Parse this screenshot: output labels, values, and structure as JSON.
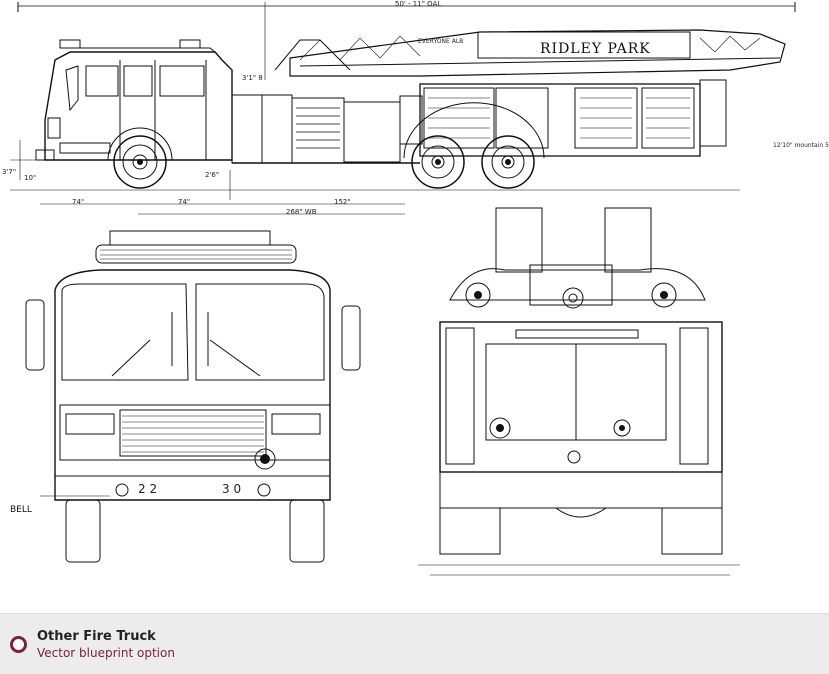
{
  "drawing": {
    "overall_length": "50' - 11\" OAL",
    "ladder_name": "RIDLEY PARK",
    "ladder_small_label": "EVERYONE ALB",
    "dim_height_cab": "3'1\" 8",
    "dim_front": "3'7\"",
    "dim_front_low": "10\"",
    "dim_mid": "2'6\"",
    "dim_side_right": "12'10\" mountain 5",
    "dim_bottom_1": "74\"",
    "dim_bottom_2": "74\"",
    "dim_bottom_3": "152\"",
    "dim_bottom_4": "268\" WB",
    "bell_label": "BELL",
    "front_numbers_left": "2 2",
    "front_numbers_right": "3 0"
  },
  "option": {
    "title": "Other Fire Truck",
    "subtitle": "Vector blueprint option"
  },
  "colors": {
    "accent": "#7b2242",
    "option_bg": "#ececec",
    "line": "#111111"
  }
}
